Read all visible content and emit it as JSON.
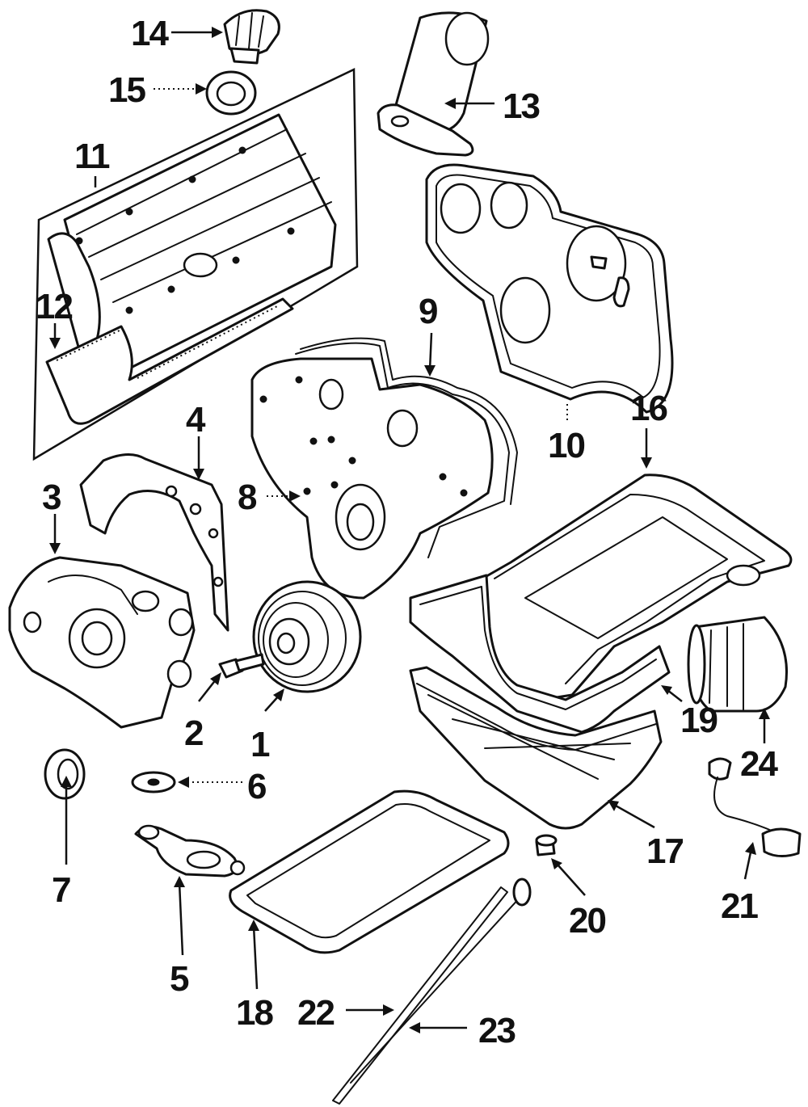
{
  "callouts": [
    {
      "id": "1",
      "label": "1"
    },
    {
      "id": "2",
      "label": "2"
    },
    {
      "id": "3",
      "label": "3"
    },
    {
      "id": "4",
      "label": "4"
    },
    {
      "id": "5",
      "label": "5"
    },
    {
      "id": "6",
      "label": "6"
    },
    {
      "id": "7",
      "label": "7"
    },
    {
      "id": "8",
      "label": "8"
    },
    {
      "id": "9",
      "label": "9"
    },
    {
      "id": "10",
      "label": "10"
    },
    {
      "id": "11",
      "label": "11"
    },
    {
      "id": "12",
      "label": "12"
    },
    {
      "id": "13",
      "label": "13"
    },
    {
      "id": "14",
      "label": "14"
    },
    {
      "id": "15",
      "label": "15"
    },
    {
      "id": "16",
      "label": "16"
    },
    {
      "id": "17",
      "label": "17"
    },
    {
      "id": "18",
      "label": "18"
    },
    {
      "id": "19",
      "label": "19"
    },
    {
      "id": "20",
      "label": "20"
    },
    {
      "id": "21",
      "label": "21"
    },
    {
      "id": "22",
      "label": "22"
    },
    {
      "id": "23",
      "label": "23"
    },
    {
      "id": "24",
      "label": "24"
    }
  ],
  "colors": {
    "ink": "#111111",
    "background": "#ffffff"
  }
}
